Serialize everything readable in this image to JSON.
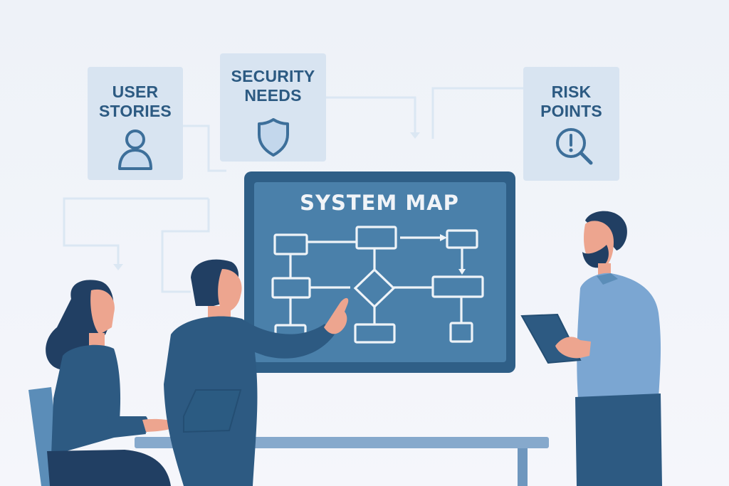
{
  "scene": {
    "description": "Team reviewing a system map whiteboard with requirement cards",
    "colors": {
      "background": "#f3f5fa",
      "card_fill": "#d8e4f1",
      "card_text": "#2c5a82",
      "board_frame": "#2f5f87",
      "board_surface": "#4a80aa",
      "board_lines": "#eef3f8",
      "connector": "#dbe7f3",
      "shirt_dark": "#2d5a82",
      "shirt_light": "#7ba6d2",
      "hair": "#203f63",
      "skin": "#efab94",
      "table": "#86a9cc"
    }
  },
  "cards": [
    {
      "id": "user-stories",
      "line1": "USER",
      "line2": "STORIES",
      "icon": "user-icon"
    },
    {
      "id": "security-needs",
      "line1": "SECURITY",
      "line2": "NEEDS",
      "icon": "shield-icon"
    },
    {
      "id": "risk-points",
      "line1": "RISK",
      "line2": "POINTS",
      "icon": "alert-magnifier-icon"
    }
  ],
  "board": {
    "title": "SYSTEM MAP",
    "nodes": [
      "process-box-1",
      "process-box-2",
      "process-box-3",
      "process-box-4",
      "process-box-5",
      "decision-diamond",
      "process-box-6",
      "process-box-7",
      "process-box-8"
    ]
  },
  "people": [
    {
      "id": "seated-woman",
      "activity": "typing on laptop"
    },
    {
      "id": "pointing-man",
      "activity": "pointing at board"
    },
    {
      "id": "bearded-man",
      "activity": "holding tablet"
    }
  ]
}
